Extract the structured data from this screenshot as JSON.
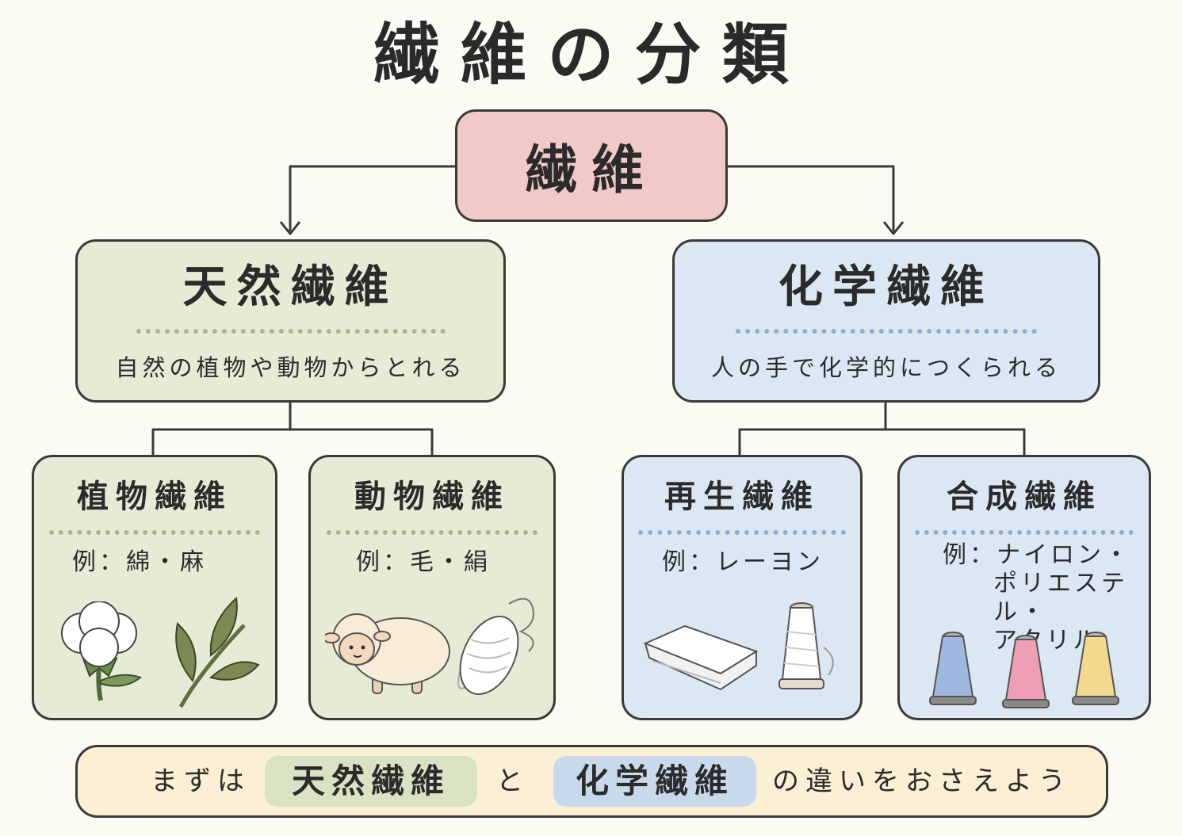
{
  "title": "繊維の分類",
  "root": {
    "label": "繊維"
  },
  "natural": {
    "title": "天然繊維",
    "description": "自然の植物や動物からとれる",
    "color": "#e6ebd6",
    "children": [
      {
        "title": "植物繊維",
        "example": "例：綿・麻",
        "illustrations": [
          "cotton-boll-icon",
          "hemp-leaf-icon"
        ]
      },
      {
        "title": "動物繊維",
        "example": "例：毛・絹",
        "illustrations": [
          "sheep-icon",
          "silk-cocoon-icon"
        ]
      }
    ]
  },
  "chemical": {
    "title": "化学繊維",
    "description": "人の手で化学的につくられる",
    "color": "#dbe8f4",
    "children": [
      {
        "title": "再生繊維",
        "example": "例：レーヨン",
        "illustrations": [
          "folded-cloth-icon",
          "thread-spool-icon"
        ]
      },
      {
        "title": "合成繊維",
        "example_lines": [
          "例：ナイロン・",
          "ポリエステル・",
          "アクリル"
        ],
        "illustrations": [
          "blue-spool-icon",
          "pink-spool-icon",
          "yellow-spool-icon"
        ]
      }
    ]
  },
  "summary": {
    "before": "まずは",
    "highlight1": "天然繊維",
    "middle": "と",
    "highlight2": "化学繊維",
    "after": "の違いをおさえよう"
  },
  "colors": {
    "root": "#f2c9c6",
    "summary_bg": "#fbefd4",
    "border": "#3a3a3a"
  }
}
